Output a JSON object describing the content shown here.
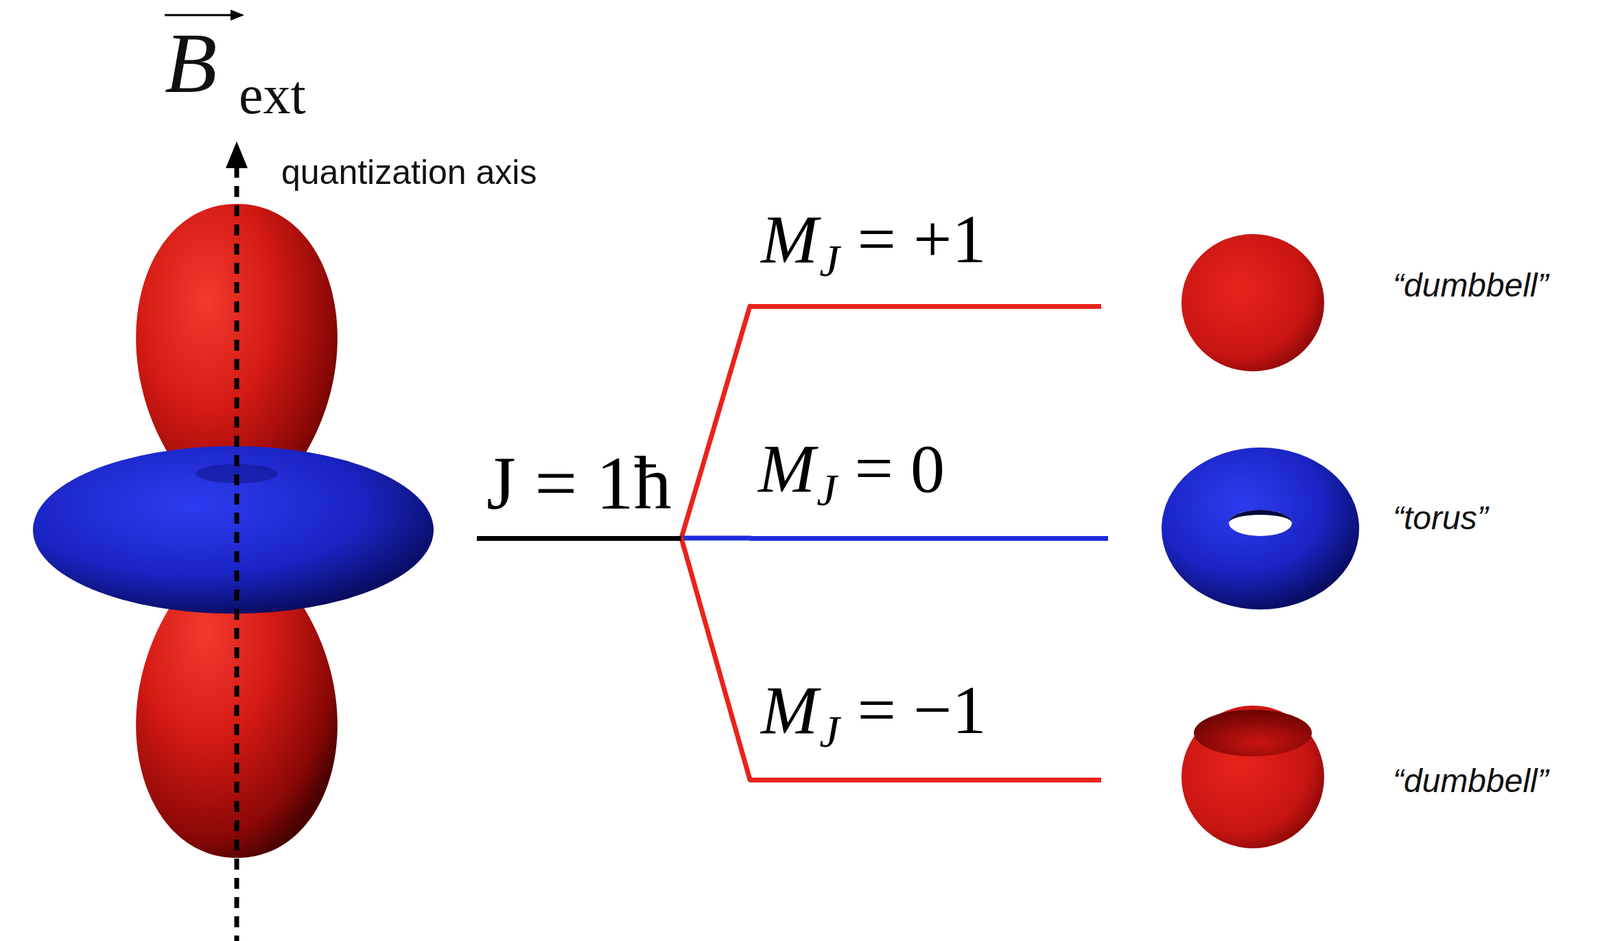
{
  "diagram": {
    "nodes": [
      {
        "text": [
          "J = 1ħ"
        ]
      },
      {
        "text": [
          "M",
          "J",
          "= +1"
        ]
      },
      {
        "text": [
          "M",
          "J",
          "= 0"
        ]
      },
      {
        "text": [
          "M",
          "J",
          "= −1"
        ]
      }
    ],
    "edges": [
      {
        "from": 0,
        "to": 1,
        "arrow": "none"
      },
      {
        "from": 0,
        "to": 2,
        "arrow": "none"
      },
      {
        "from": 0,
        "to": 3,
        "arrow": "none"
      }
    ],
    "labels": [
      "B",
      "ext",
      "quantization axis",
      "“dumbbell”",
      "“torus”",
      "“dumbbell”"
    ]
  }
}
